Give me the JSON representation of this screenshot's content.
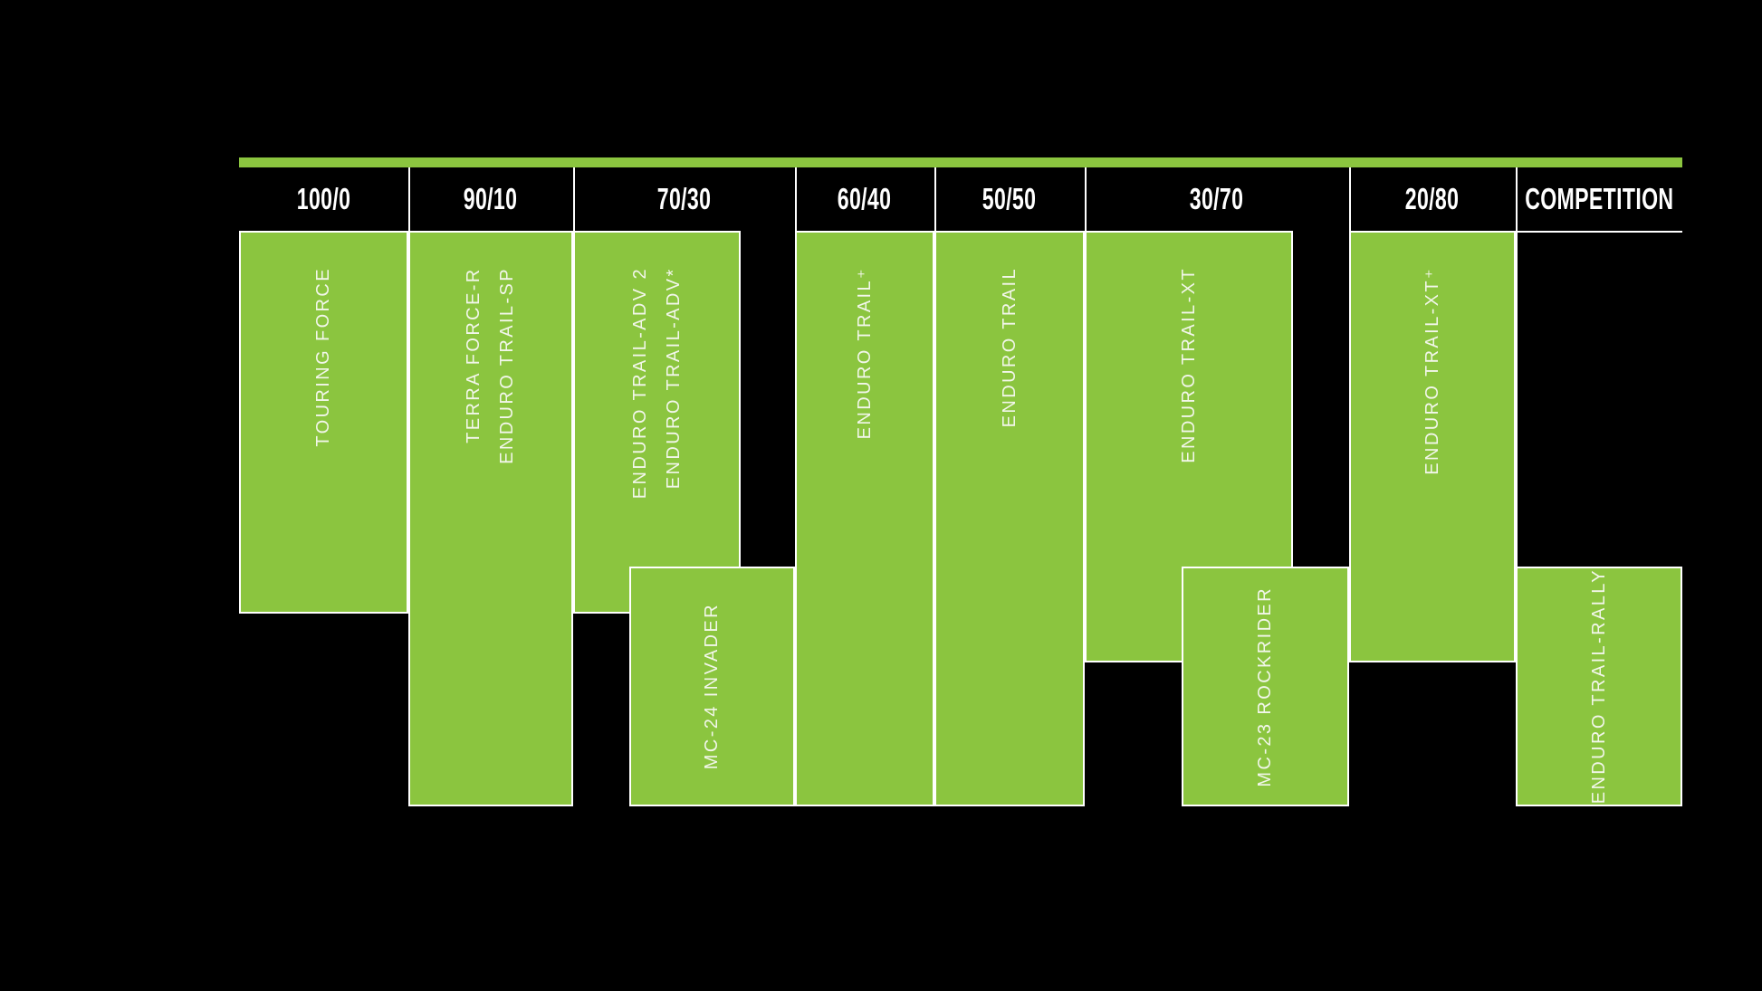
{
  "colors": {
    "green": "#8BC53F",
    "background": "#000000",
    "border_white": "#FFFFFF",
    "header_text": "#FFFFFF",
    "block_text": "#F2F6EA"
  },
  "chart_data": {
    "type": "table",
    "description": "Tire lineup positioning chart: columns are on-road/off-road usage ratios, green blocks are tire models placed under the ratio they cover",
    "categories": [
      "100/0",
      "90/10",
      "70/30",
      "60/40",
      "50/50",
      "30/70",
      "20/80",
      "COMPETITION"
    ],
    "legend_position": "none",
    "grid": "off",
    "products": [
      {
        "lines": [
          "TOURING FORCE"
        ],
        "category": "100/0",
        "row": "top"
      },
      {
        "lines": [
          "TERRA FORCE-R",
          "ENDURO TRAIL-SP"
        ],
        "category": "90/10",
        "row": "full"
      },
      {
        "lines": [
          "ENDURO TRAIL-ADV 2",
          "ENDURO TRAIL-ADV*"
        ],
        "category": "70/30",
        "row": "top"
      },
      {
        "lines": [
          "MC-24 INVADER"
        ],
        "category": "70/30-60/40",
        "row": "bottom"
      },
      {
        "lines": [
          "ENDURO TRAIL⁺"
        ],
        "category": "60/40",
        "row": "full"
      },
      {
        "lines": [
          "ENDURO TRAIL"
        ],
        "category": "50/50",
        "row": "full"
      },
      {
        "lines": [
          "ENDURO TRAIL-XT"
        ],
        "category": "30/70",
        "row": "top"
      },
      {
        "lines": [
          "MC-23 ROCKRIDER"
        ],
        "category": "30/70-20/80",
        "row": "bottom"
      },
      {
        "lines": [
          "ENDURO TRAIL-XT⁺"
        ],
        "category": "20/80",
        "row": "top"
      },
      {
        "lines": [
          "ENDURO TRAIL-RALLY"
        ],
        "category": "COMPETITION",
        "row": "bottom"
      }
    ]
  }
}
